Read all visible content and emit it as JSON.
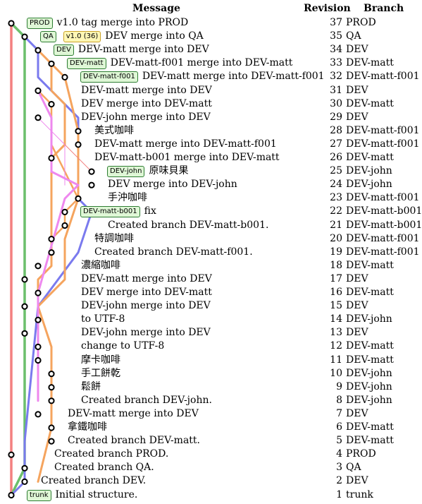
{
  "headers": {
    "message": "Message",
    "revision": "Revision",
    "branch": "Branch"
  },
  "colors": {
    "trunk": "#f38080",
    "prod": "#6cbf6c",
    "qa": "#7a7aee",
    "dev": "#7a7aee",
    "dev_matt": "#f5a45e",
    "dev_matt_f001": "#f5a45e",
    "dev_john": "#ee88ee",
    "node": "#000000",
    "tag_fill": "#dff7d6",
    "tag_border": "#2e7d32"
  },
  "commits": [
    {
      "tags": [
        "PROD"
      ],
      "message": "v1.0 tag merge into PROD",
      "revision": "37",
      "branch": "PROD"
    },
    {
      "tags": [
        "QA",
        "v1.0 (36)"
      ],
      "message": "DEV merge into QA",
      "revision": "35",
      "branch": "QA"
    },
    {
      "tags": [
        "DEV"
      ],
      "message": "DEV-matt merge into DEV",
      "revision": "34",
      "branch": "DEV"
    },
    {
      "tags": [
        "DEV-matt"
      ],
      "message": "DEV-matt-f001 merge into DEV-matt",
      "revision": "33",
      "branch": "DEV-matt"
    },
    {
      "tags": [
        "DEV-matt-f001"
      ],
      "message": "DEV-matt merge into DEV-matt-f001",
      "revision": "32",
      "branch": "DEV-matt-f001"
    },
    {
      "tags": [],
      "message": "DEV-matt merge into DEV",
      "revision": "31",
      "branch": "DEV"
    },
    {
      "tags": [],
      "message": "DEV merge into DEV-matt",
      "revision": "30",
      "branch": "DEV-matt"
    },
    {
      "tags": [],
      "message": "DEV-john merge into DEV",
      "revision": "29",
      "branch": "DEV"
    },
    {
      "tags": [],
      "message": "美式咖啡",
      "revision": "28",
      "branch": "DEV-matt-f001"
    },
    {
      "tags": [],
      "message": "DEV-matt merge into DEV-matt-f001",
      "revision": "27",
      "branch": "DEV-matt-f001"
    },
    {
      "tags": [],
      "message": "DEV-matt-b001 merge into DEV-matt",
      "revision": "26",
      "branch": "DEV-matt"
    },
    {
      "tags": [
        "DEV-john"
      ],
      "message": "原味貝果",
      "revision": "25",
      "branch": "DEV-john"
    },
    {
      "tags": [],
      "message": "DEV merge into DEV-john",
      "revision": "24",
      "branch": "DEV-john"
    },
    {
      "tags": [],
      "message": "手沖咖啡",
      "revision": "23",
      "branch": "DEV-matt-f001"
    },
    {
      "tags": [
        "DEV-matt-b001"
      ],
      "message": "fix",
      "revision": "22",
      "branch": "DEV-matt-b001"
    },
    {
      "tags": [],
      "message": "Created branch DEV-matt-b001.",
      "revision": "21",
      "branch": "DEV-matt-b001"
    },
    {
      "tags": [],
      "message": "特調咖啡",
      "revision": "20",
      "branch": "DEV-matt-f001"
    },
    {
      "tags": [],
      "message": "Created branch DEV-matt-f001.",
      "revision": "19",
      "branch": "DEV-matt-f001"
    },
    {
      "tags": [],
      "message": "濃縮咖啡",
      "revision": "18",
      "branch": "DEV-matt"
    },
    {
      "tags": [],
      "message": "DEV-matt merge into DEV",
      "revision": "17",
      "branch": "DEV"
    },
    {
      "tags": [],
      "message": "DEV merge into DEV-matt",
      "revision": "16",
      "branch": "DEV-matt"
    },
    {
      "tags": [],
      "message": "DEV-john merge into DEV",
      "revision": "15",
      "branch": "DEV"
    },
    {
      "tags": [],
      "message": "to UTF-8",
      "revision": "14",
      "branch": "DEV-john"
    },
    {
      "tags": [],
      "message": "DEV-john merge into DEV",
      "revision": "13",
      "branch": "DEV"
    },
    {
      "tags": [],
      "message": "change to UTF-8",
      "revision": "12",
      "branch": "DEV-matt"
    },
    {
      "tags": [],
      "message": "摩卡咖啡",
      "revision": "11",
      "branch": "DEV-matt"
    },
    {
      "tags": [],
      "message": "手工餅乾",
      "revision": "10",
      "branch": "DEV-john"
    },
    {
      "tags": [],
      "message": "鬆餅",
      "revision": "9",
      "branch": "DEV-john"
    },
    {
      "tags": [],
      "message": "Created branch DEV-john.",
      "revision": "8",
      "branch": "DEV-john"
    },
    {
      "tags": [],
      "message": "DEV-matt merge into DEV",
      "revision": "7",
      "branch": "DEV"
    },
    {
      "tags": [],
      "message": "拿鐵咖啡",
      "revision": "6",
      "branch": "DEV-matt"
    },
    {
      "tags": [],
      "message": "Created branch DEV-matt.",
      "revision": "5",
      "branch": "DEV-matt"
    },
    {
      "tags": [],
      "message": "Created branch PROD.",
      "revision": "4",
      "branch": "PROD"
    },
    {
      "tags": [],
      "message": "Created branch QA.",
      "revision": "3",
      "branch": "QA"
    },
    {
      "tags": [],
      "message": "Created branch DEV.",
      "revision": "2",
      "branch": "DEV"
    },
    {
      "tags": [
        "trunk"
      ],
      "message": "Initial structure.",
      "revision": "1",
      "branch": "trunk"
    }
  ]
}
